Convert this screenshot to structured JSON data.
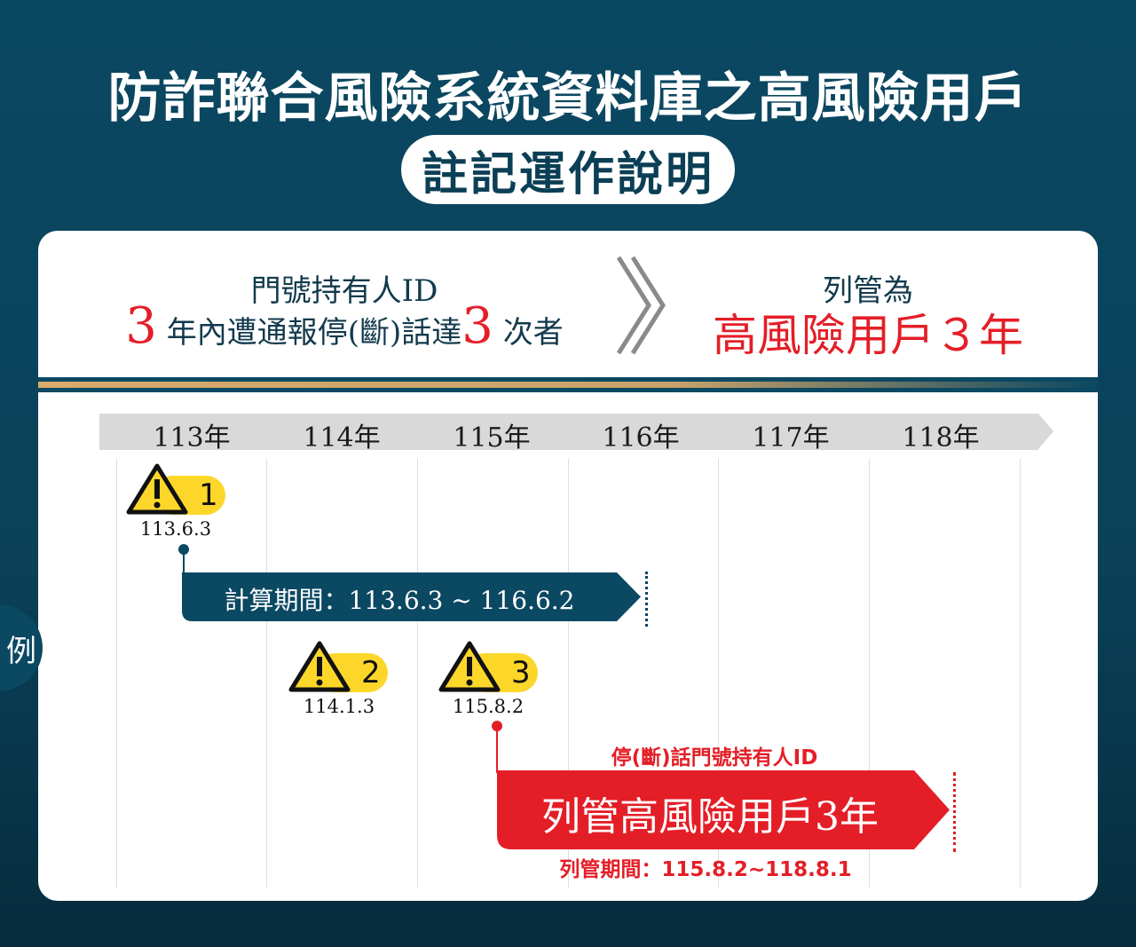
{
  "title": "防詐聯合風險系統資料庫之高風險用戶",
  "subtitle": "註記運作說明",
  "rule": {
    "line1": "門號持有人ID",
    "num1": "3",
    "mid": "年內遭通報停(斷)話達",
    "num2": "3",
    "end": "次者",
    "result_line1": "列管為",
    "result_line2": "高風險用戶３年"
  },
  "timeline": {
    "years": [
      "113年",
      "114年",
      "115年",
      "116年",
      "117年",
      "118年"
    ]
  },
  "example_label": "例",
  "events": [
    {
      "count": "1",
      "date": "113.6.3"
    },
    {
      "count": "2",
      "date": "114.1.3"
    },
    {
      "count": "3",
      "date": "115.8.2"
    }
  ],
  "calc_period": "計算期間：113.6.3 ~ 116.6.2",
  "listing": {
    "above": "停(斷)話門號持有人ID",
    "main": "列管高風險用戶3年",
    "below": "列管期間：115.8.2~118.8.1"
  },
  "colors": {
    "navy": "#0b4862",
    "red": "#e41e27",
    "yellow": "#fcd72a",
    "gold": "#d8ab6c"
  }
}
